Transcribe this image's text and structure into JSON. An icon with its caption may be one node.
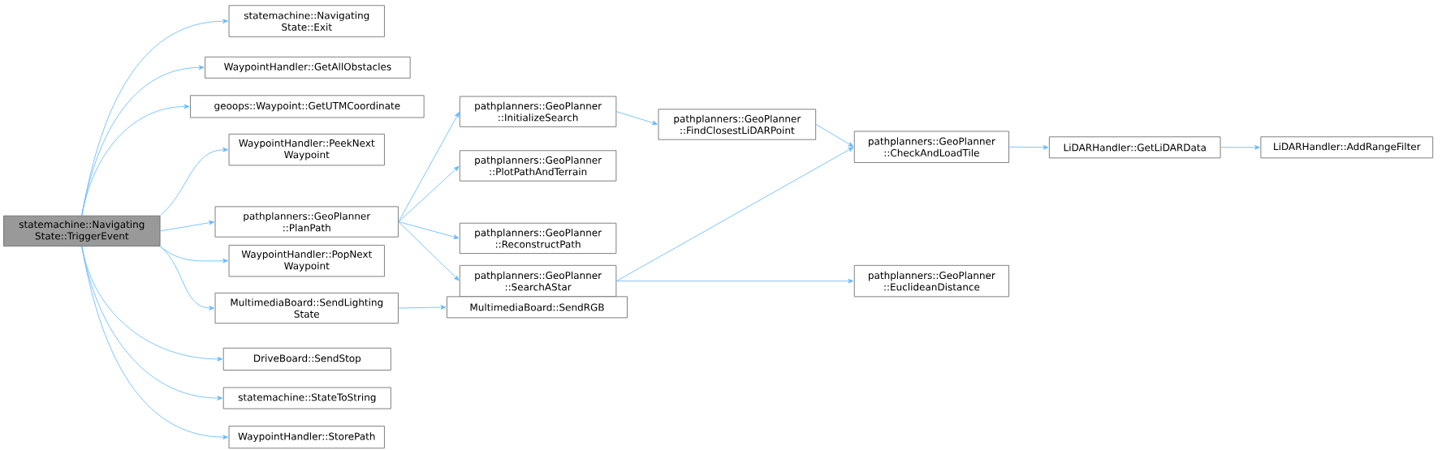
{
  "diagram": {
    "nodes": [
      {
        "text": [
          "statemachine::Navigating State::TriggerEvent"
        ]
      },
      {
        "text": [
          "statemachine::Navigating State::Exit"
        ]
      },
      {
        "text": [
          "WaypointHandler::GetAllObstacles"
        ]
      },
      {
        "text": [
          "geoops::Waypoint::GetUTMCoordinate"
        ]
      },
      {
        "text": [
          "WaypointHandler::PeekNext Waypoint"
        ]
      },
      {
        "text": [
          "pathplanners::GeoPlanner ::PlanPath"
        ]
      },
      {
        "text": [
          "WaypointHandler::PopNext Waypoint"
        ]
      },
      {
        "text": [
          "MultimediaBoard::SendLighting State"
        ]
      },
      {
        "text": [
          "DriveBoard::SendStop"
        ]
      },
      {
        "text": [
          "statemachine::StateToString"
        ]
      },
      {
        "text": [
          "WaypointHandler::StorePath"
        ]
      },
      {
        "text": [
          "pathplanners::GeoPlanner ::InitializeSearch"
        ]
      },
      {
        "text": [
          "pathplanners::GeoPlanner ::PlotPathAndTerrain"
        ]
      },
      {
        "text": [
          "pathplanners::GeoPlanner ::ReconstructPath"
        ]
      },
      {
        "text": [
          "pathplanners::GeoPlanner ::SearchAStar"
        ]
      },
      {
        "text": [
          "pathplanners::GeoPlanner ::FindClosestLiDARPoint"
        ]
      },
      {
        "text": [
          "pathplanners::GeoPlanner ::CheckAndLoadTile"
        ]
      },
      {
        "text": [
          "pathplanners::GeoPlanner ::EuclideanDistance"
        ]
      },
      {
        "text": [
          "MultimediaBoard::SendRGB"
        ]
      },
      {
        "text": [
          "LiDARHandler::GetLiDARData"
        ]
      },
      {
        "text": [
          "LiDARHandler::AddRangeFilter"
        ]
      }
    ],
    "edges": [
      {
        "from": 0,
        "to": 1,
        "arrow": "to"
      },
      {
        "from": 0,
        "to": 2,
        "arrow": "to"
      },
      {
        "from": 0,
        "to": 3,
        "arrow": "to"
      },
      {
        "from": 0,
        "to": 4,
        "arrow": "to"
      },
      {
        "from": 0,
        "to": 5,
        "arrow": "to"
      },
      {
        "from": 0,
        "to": 6,
        "arrow": "to"
      },
      {
        "from": 0,
        "to": 7,
        "arrow": "to"
      },
      {
        "from": 0,
        "to": 8,
        "arrow": "to"
      },
      {
        "from": 0,
        "to": 9,
        "arrow": "to"
      },
      {
        "from": 0,
        "to": 10,
        "arrow": "to"
      },
      {
        "from": 5,
        "to": 11,
        "arrow": "to"
      },
      {
        "from": 5,
        "to": 12,
        "arrow": "to"
      },
      {
        "from": 5,
        "to": 13,
        "arrow": "to"
      },
      {
        "from": 5,
        "to": 14,
        "arrow": "to"
      },
      {
        "from": 11,
        "to": 15,
        "arrow": "to"
      },
      {
        "from": 15,
        "to": 16,
        "arrow": "to"
      },
      {
        "from": 14,
        "to": 16,
        "arrow": "to"
      },
      {
        "from": 14,
        "to": 17,
        "arrow": "to"
      },
      {
        "from": 7,
        "to": 18,
        "arrow": "to"
      },
      {
        "from": 16,
        "to": 19,
        "arrow": "to"
      },
      {
        "from": 19,
        "to": 20,
        "arrow": "to"
      }
    ]
  }
}
